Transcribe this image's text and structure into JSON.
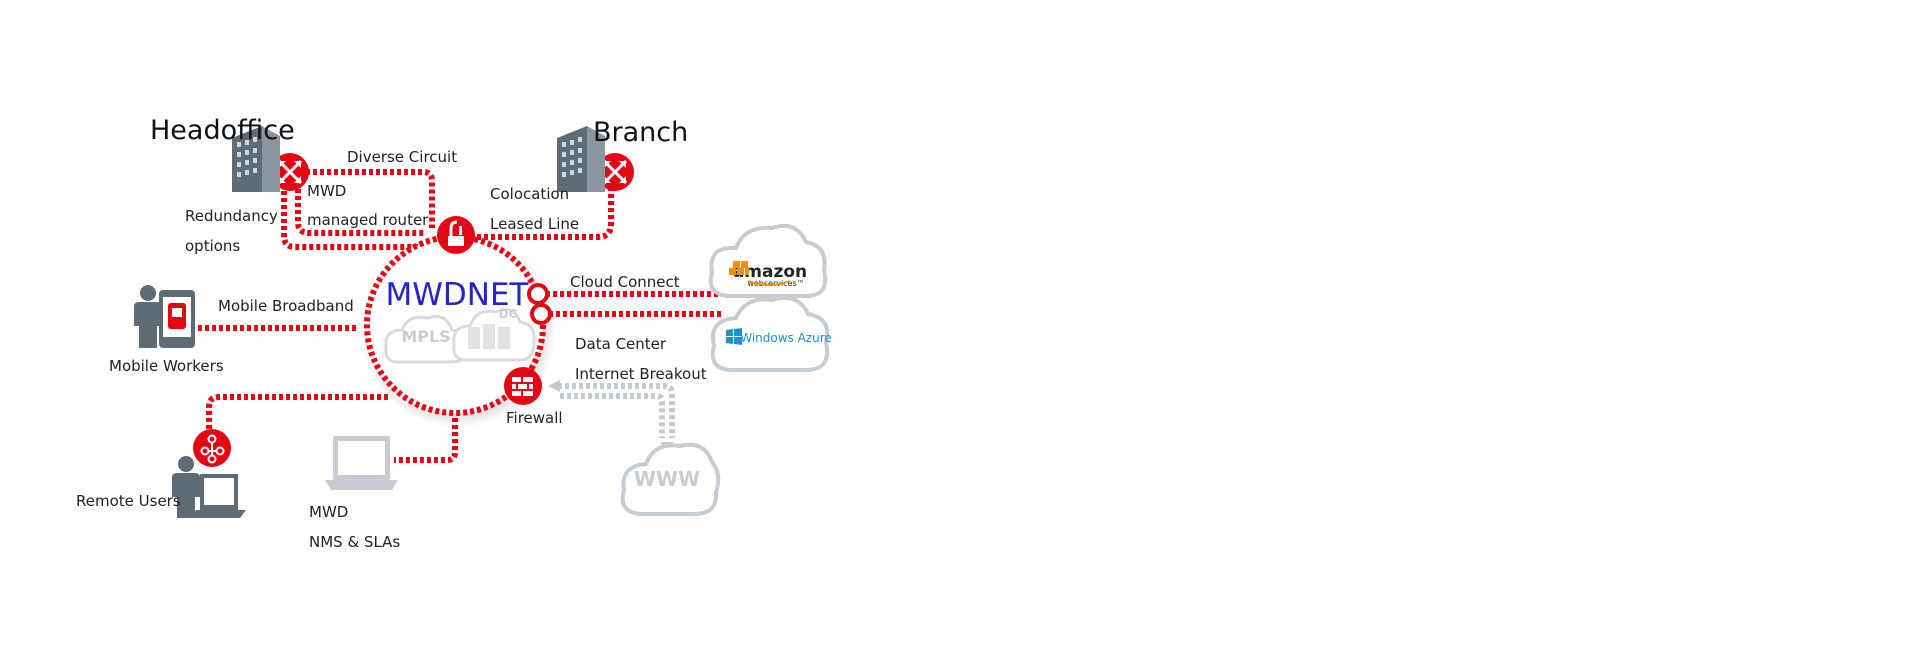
{
  "title": "MWDNET",
  "core_labels": {
    "mpls": "MPLS",
    "dc": "DC"
  },
  "sites": {
    "headoffice": "Headoffice",
    "branch": "Branch"
  },
  "labels": {
    "diverse_circuit": "Diverse Circuit",
    "mwd": "MWD",
    "managed_router": "managed router",
    "redundancy": "Redundancy",
    "options": "options",
    "colocation": "Colocation",
    "leased_line": "Leased Line",
    "cloud_connect": "Cloud Connect",
    "mobile_broadband": "Mobile Broadband",
    "mobile_workers": "Mobile Workers",
    "data_center": "Data Center",
    "internet_breakout": "Internet Breakout",
    "firewall": "Firewall",
    "remote_users": "Remote Users",
    "nms_mwd": "MWD",
    "nms_slas": "NMS & SLAs",
    "www": "WWW"
  },
  "cloud_providers": {
    "amazon": "amazon",
    "amazon_sub": "webservices™",
    "azure": "Windows Azure"
  },
  "colors": {
    "accent": "#e30613",
    "title": "#2424c8",
    "icon_gray": "#5f6b75",
    "cloud_gray": "#c6ccd1",
    "amazon_orange": "#f29100",
    "azure_blue": "#1f8fd0"
  }
}
